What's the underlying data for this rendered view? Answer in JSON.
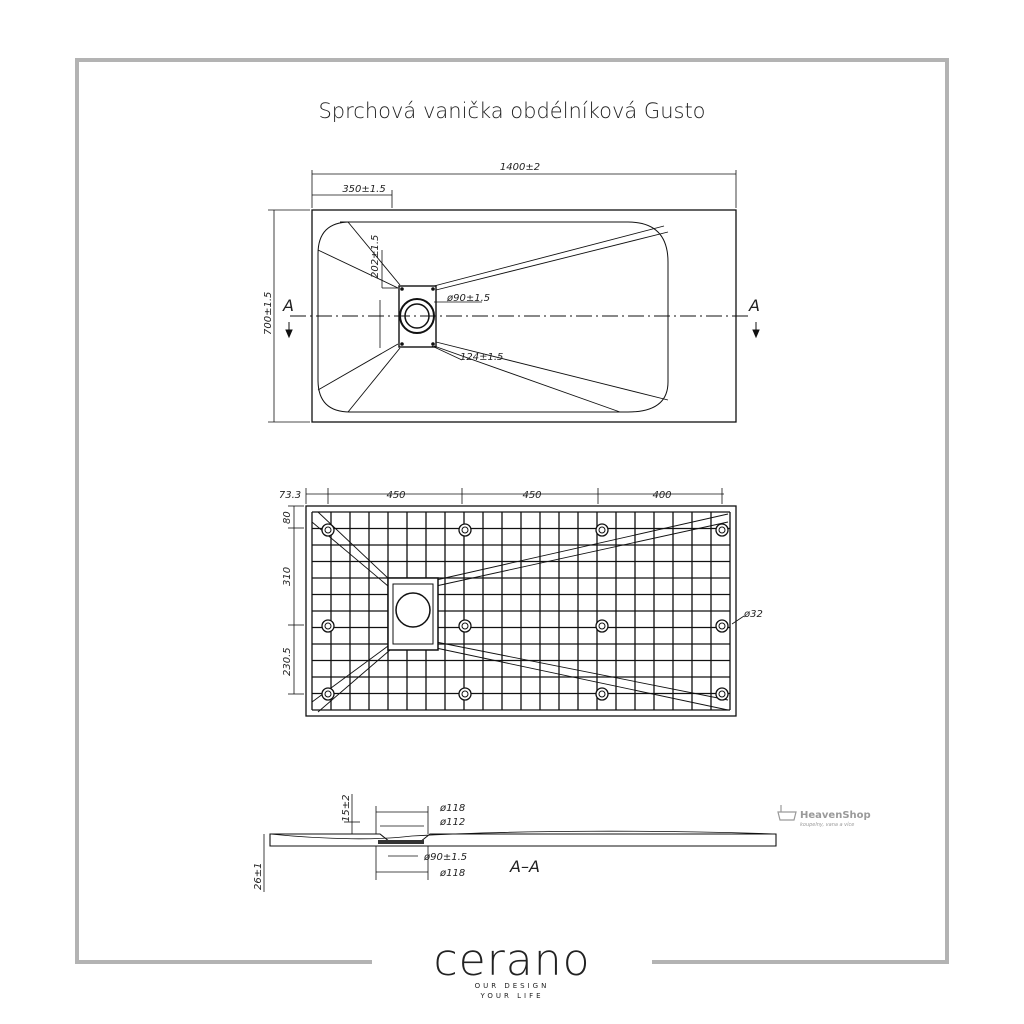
{
  "title": "Sprchová vanička obdélníková Gusto",
  "top_view": {
    "overall_width": "1400±2",
    "drain_offset": "350±1.5",
    "drain_half_height": "202±1.5",
    "drain_diameter": "ø90±1.5",
    "drain_square": "124±1.5",
    "overall_depth": "700±1.5",
    "section_marker_left": "A",
    "section_marker_right": "A"
  },
  "bottom_view": {
    "dims_top": [
      "73.3",
      "450",
      "450",
      "400"
    ],
    "dims_left": [
      "80",
      "310",
      "230.5"
    ],
    "foot_diameter": "ø32"
  },
  "section_view": {
    "label": "A–A",
    "rim_height": "15±2",
    "total_height": "26±1",
    "dim_118_top": "ø118",
    "dim_112": "ø112",
    "dim_90": "ø90±1.5",
    "dim_118_bottom": "ø118"
  },
  "watermark": {
    "name": "HeavenShop",
    "tagline": "koupelny, vana a více"
  },
  "brand": {
    "name": "cerano",
    "tagline_1": "OUR DESIGN",
    "tagline_2": "YOUR LIFE"
  }
}
